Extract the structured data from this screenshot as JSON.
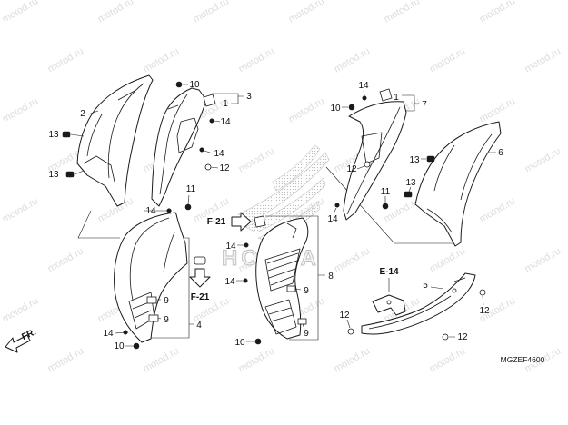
{
  "diagram_code": "MGZEF4600",
  "front_indicator": "FR.",
  "logo_text": "HONDA",
  "watermark_text": "motod.ru",
  "references": {
    "f21_upper": "F-21",
    "f21_lower": "F-21",
    "e14": "E-14"
  },
  "callouts": {
    "left": [
      "2",
      "13",
      "13",
      "10",
      "1",
      "3",
      "14",
      "14",
      "12",
      "11",
      "14"
    ],
    "left_lower": [
      "14",
      "10",
      "9",
      "9",
      "4"
    ],
    "middle": [
      "14",
      "14",
      "8",
      "9",
      "9",
      "10"
    ],
    "right": [
      "14",
      "1",
      "7",
      "10",
      "6",
      "13",
      "13",
      "12",
      "11",
      "14"
    ],
    "lower_right": [
      "5",
      "12",
      "12",
      "12"
    ]
  },
  "colors": {
    "line": "#1a1a1a",
    "background": "#ffffff",
    "watermark": "#dddddd",
    "logo": "#c4c4c4"
  }
}
